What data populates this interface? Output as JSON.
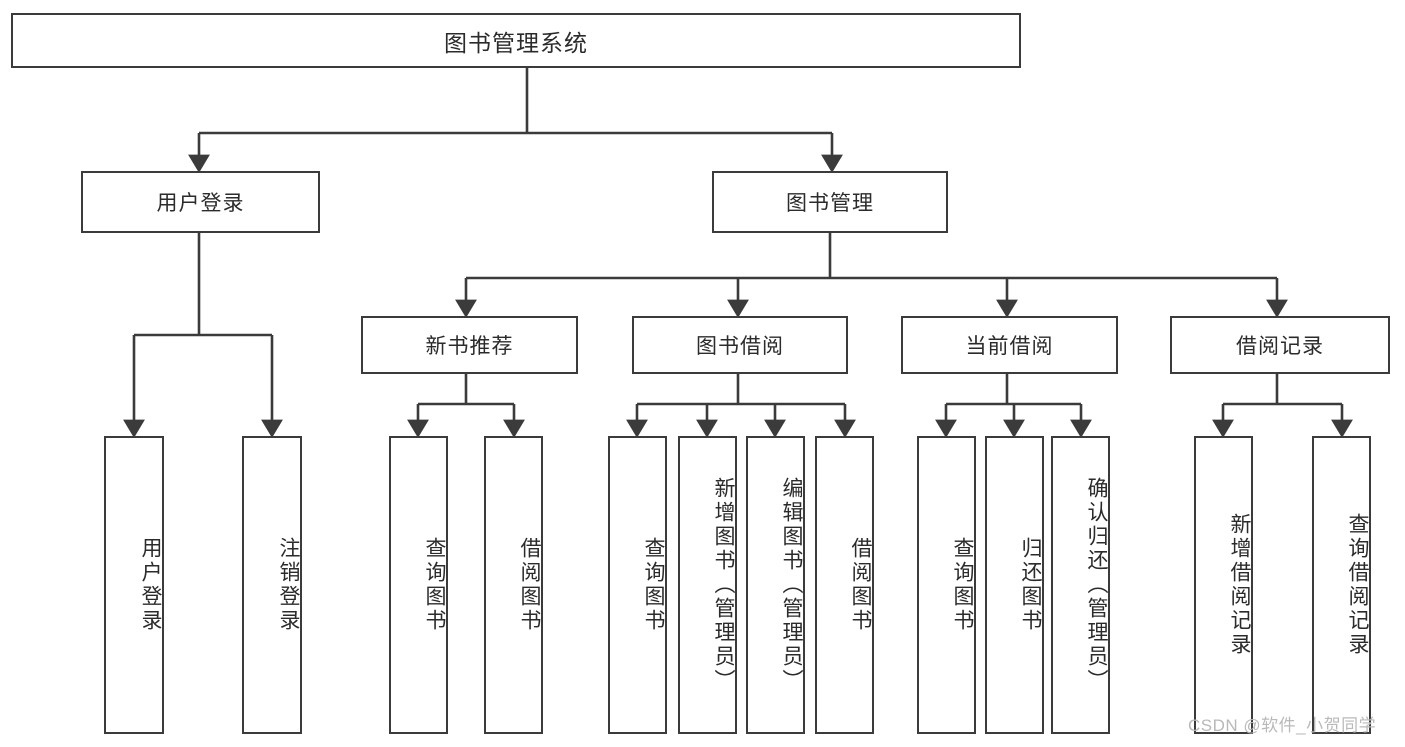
{
  "diagram": {
    "type": "tree-hierarchy",
    "root": {
      "id": "root",
      "label": "图书管理系统"
    },
    "level1": [
      {
        "id": "user-login",
        "label": "用户登录"
      },
      {
        "id": "book-manage",
        "label": "图书管理"
      }
    ],
    "level2": [
      {
        "id": "new-book-rec",
        "label": "新书推荐",
        "parent": "book-manage"
      },
      {
        "id": "book-borrow",
        "label": "图书借阅",
        "parent": "book-manage"
      },
      {
        "id": "current-borrow",
        "label": "当前借阅",
        "parent": "book-manage"
      },
      {
        "id": "borrow-record",
        "label": "借阅记录",
        "parent": "book-manage"
      }
    ],
    "leaves": [
      {
        "id": "leaf-1",
        "label": "用户登录",
        "parent": "user-login"
      },
      {
        "id": "leaf-2",
        "label": "注销登录",
        "parent": "user-login"
      },
      {
        "id": "leaf-3",
        "label": "查询图书",
        "parent": "new-book-rec"
      },
      {
        "id": "leaf-4",
        "label": "借阅图书",
        "parent": "new-book-rec"
      },
      {
        "id": "leaf-5",
        "label": "查询图书",
        "parent": "book-borrow"
      },
      {
        "id": "leaf-6",
        "label": "新增图书（管理员）",
        "parent": "book-borrow"
      },
      {
        "id": "leaf-7",
        "label": "编辑图书（管理员）",
        "parent": "book-borrow"
      },
      {
        "id": "leaf-8",
        "label": "借阅图书",
        "parent": "book-borrow"
      },
      {
        "id": "leaf-9",
        "label": "查询图书",
        "parent": "current-borrow"
      },
      {
        "id": "leaf-10",
        "label": "归还图书",
        "parent": "current-borrow"
      },
      {
        "id": "leaf-11",
        "label": "确认归还（管理员）",
        "parent": "current-borrow"
      },
      {
        "id": "leaf-12",
        "label": "新增借阅记录",
        "parent": "borrow-record"
      },
      {
        "id": "leaf-13",
        "label": "查询借阅记录",
        "parent": "borrow-record"
      }
    ],
    "watermark": "CSDN @软件_小贺同学",
    "colors": {
      "box_border": "#3b3b3b",
      "box_fill": "#ffffff",
      "connector": "#3b3b3b",
      "text": "#2b2b2b",
      "watermark": "#b9b9b9",
      "background": "#ffffff"
    }
  }
}
